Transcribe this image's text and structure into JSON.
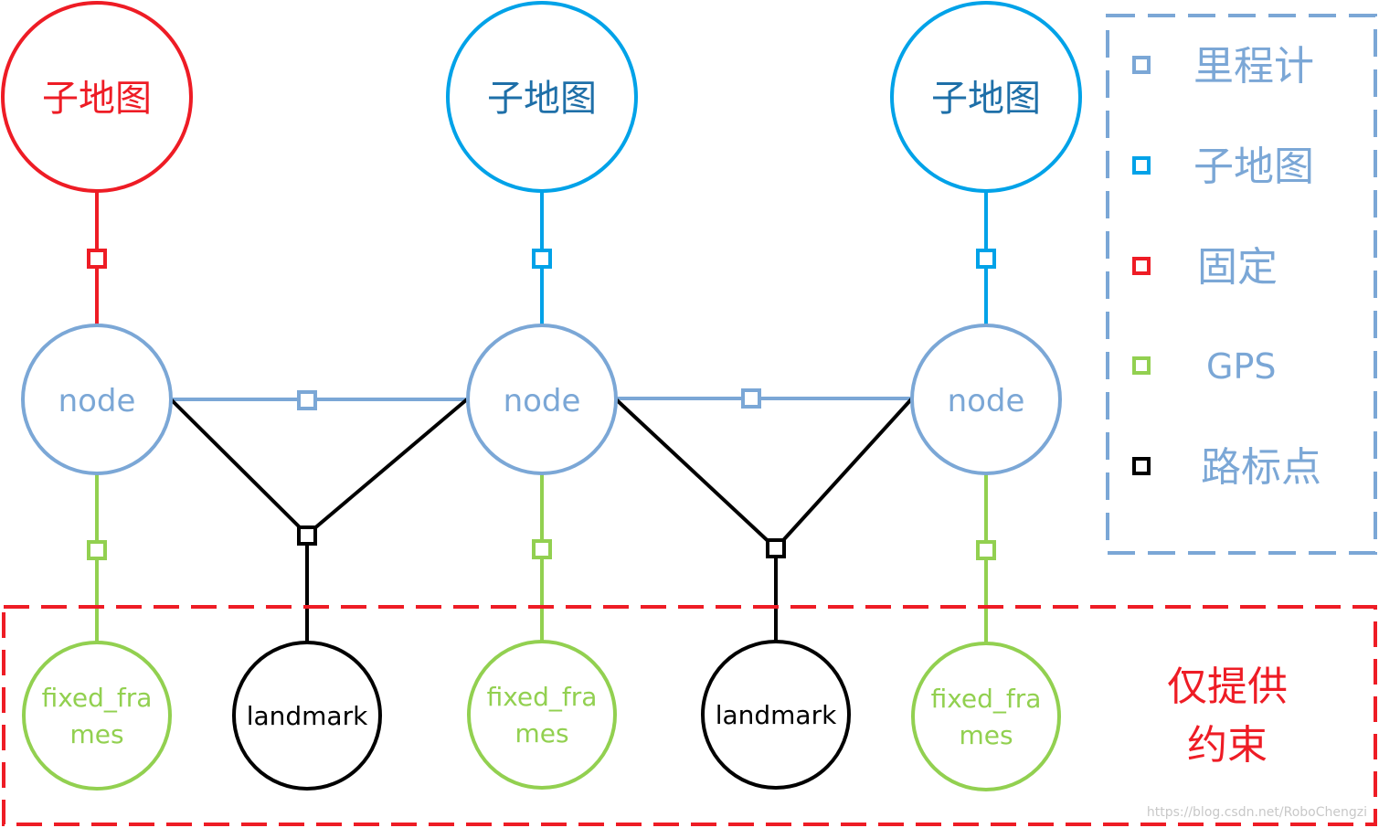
{
  "colors": {
    "submap_red": "#ee1c25",
    "submap_blue": "#00a2e8",
    "node_blue": "#7ba7d6",
    "gps_green": "#92d050",
    "landmark_black": "#000000",
    "legend_border": "#7ba7d6",
    "constraint_border": "#ee1c25"
  },
  "labels": {
    "submap": "子地图",
    "node": "node",
    "fixed_frames_line1": "fixed_fra",
    "fixed_frames_line2": "mes",
    "landmark": "landmark"
  },
  "legend": {
    "items": [
      {
        "label": "里程计",
        "color": "#7ba7d6",
        "icon": "square-icon"
      },
      {
        "label": "子地图",
        "color": "#00a2e8",
        "icon": "square-icon"
      },
      {
        "label": "固定",
        "color": "#ee1c25",
        "icon": "square-icon"
      },
      {
        "label": "GPS",
        "color": "#92d050",
        "icon": "square-icon"
      },
      {
        "label": "路标点",
        "color": "#000000",
        "icon": "square-icon"
      }
    ]
  },
  "constraint_note": {
    "line1": "仅提供",
    "line2": "约束"
  },
  "watermark": "https://blog.csdn.net/RoboChengzi"
}
